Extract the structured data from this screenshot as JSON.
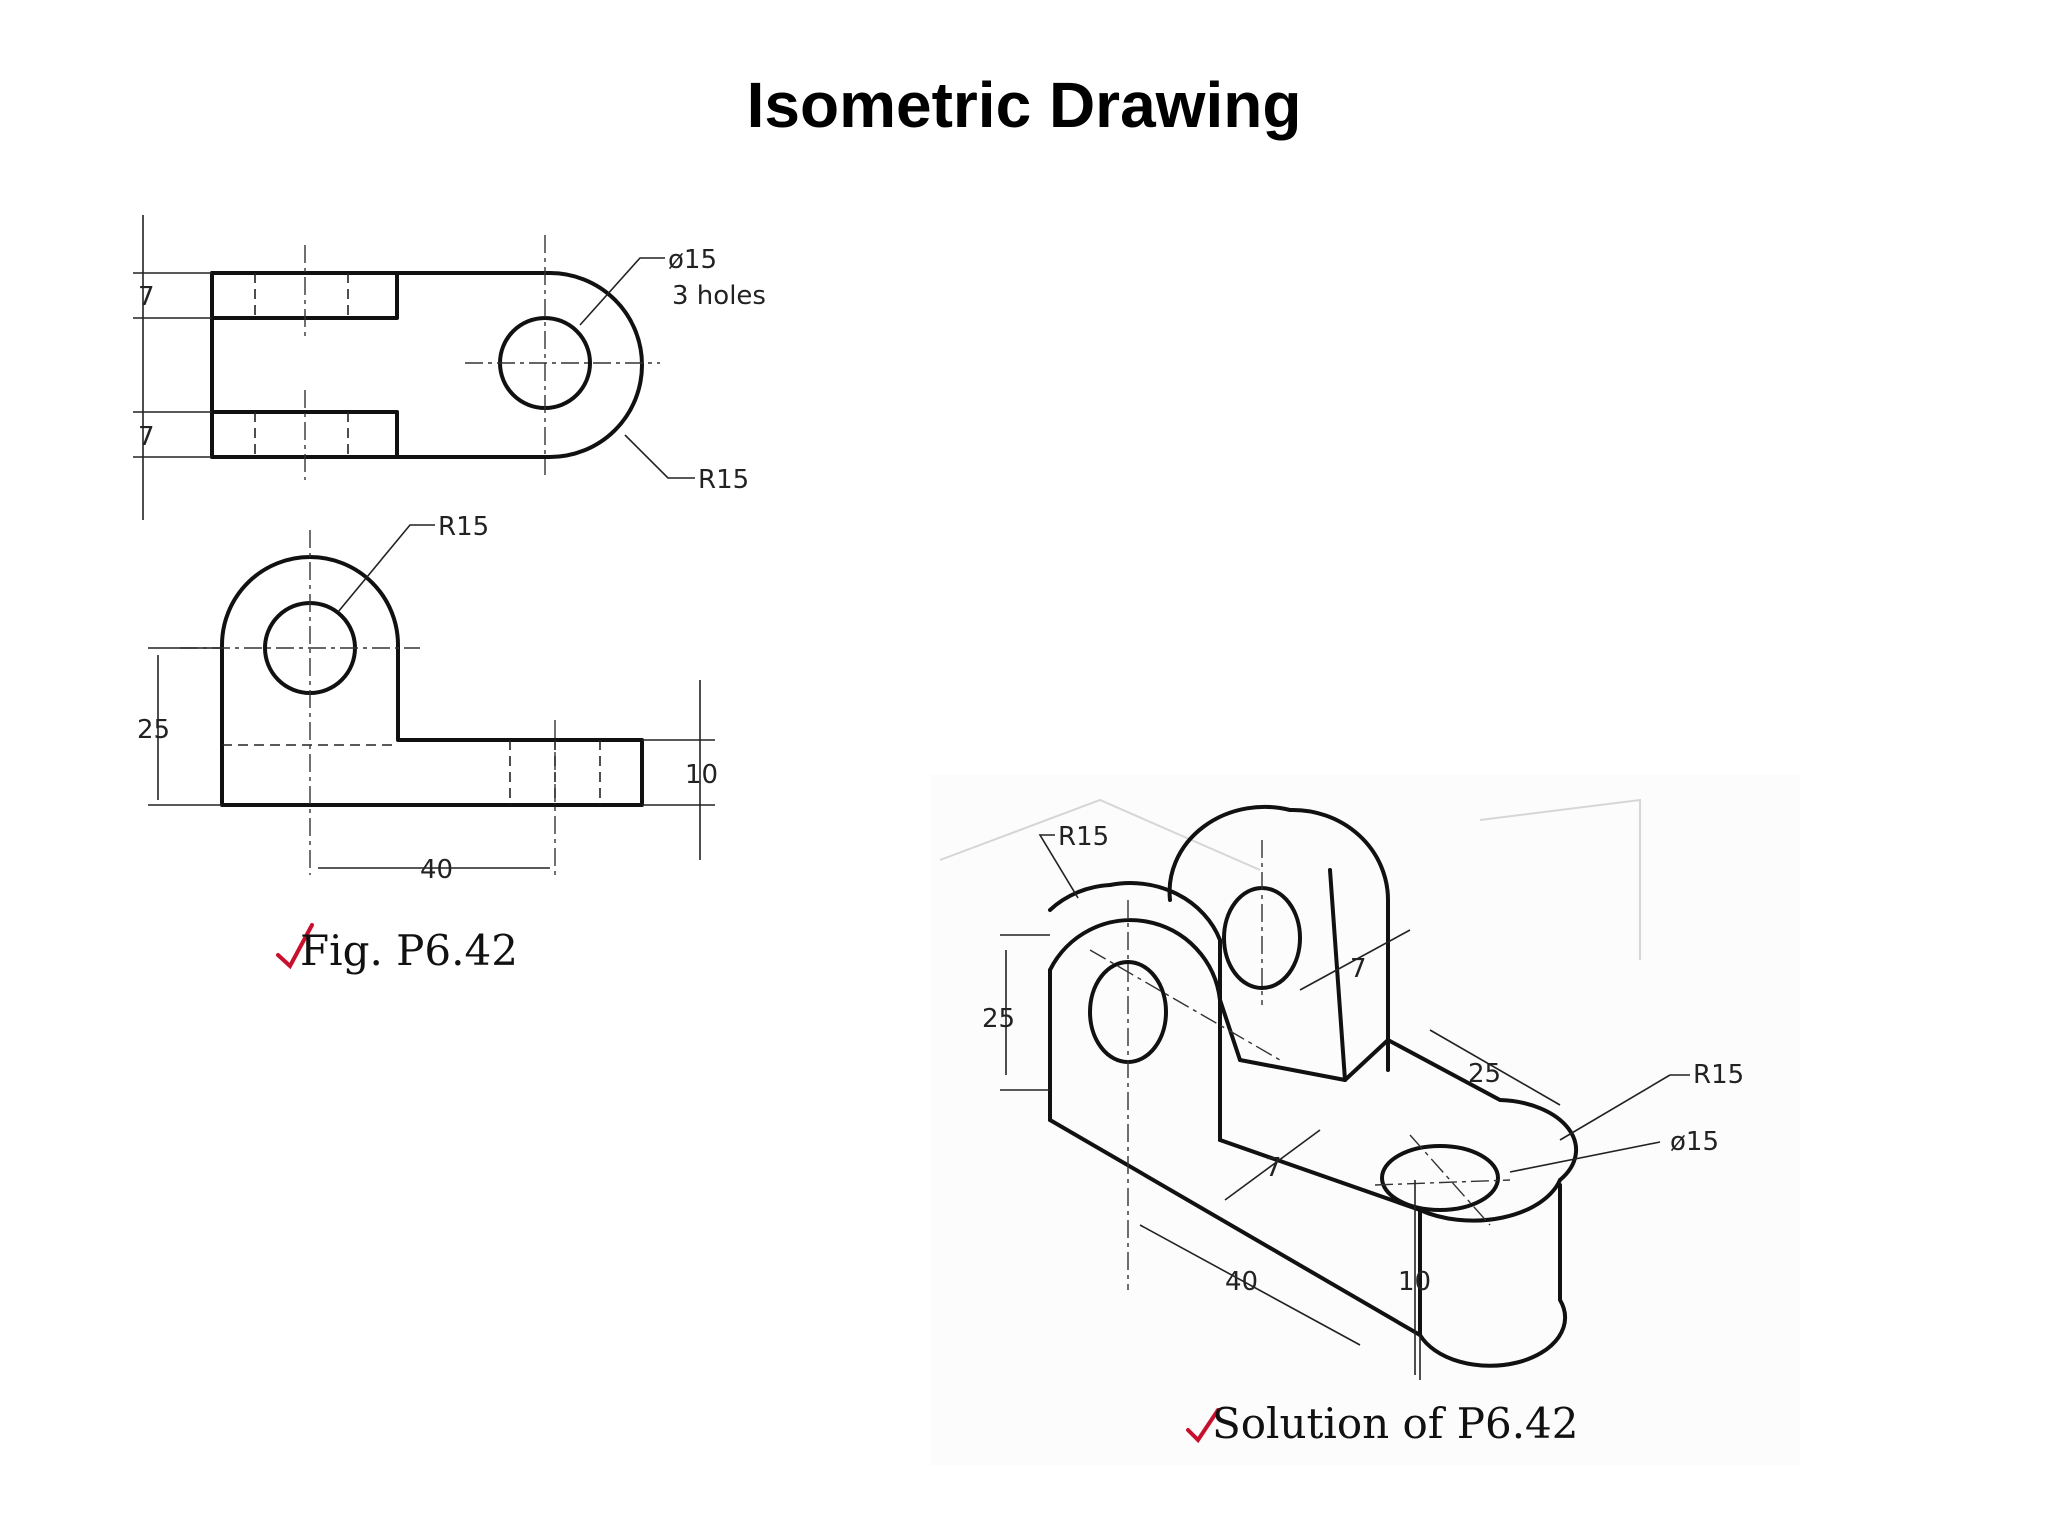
{
  "title": "Isometric Drawing",
  "figure": {
    "caption": "Fig. P6.42",
    "dims": {
      "hole_dia": "ø15",
      "hole_count": "3 holes",
      "top_radius": "R15",
      "front_radius": "R15",
      "height": "25",
      "base": "10",
      "length": "40",
      "slot_top": "7",
      "slot_bottom": "7"
    }
  },
  "solution": {
    "caption": "Solution of P6.42",
    "dims": {
      "radius_left": "R15",
      "radius_right": "R15",
      "hole_dia": "ø15",
      "height": "25",
      "thk_top": "7",
      "thk_mid": "7",
      "gap": "25",
      "length": "40",
      "base": "10"
    }
  },
  "colors": {
    "checkmark": "#c8102e",
    "ink": "#111111"
  }
}
